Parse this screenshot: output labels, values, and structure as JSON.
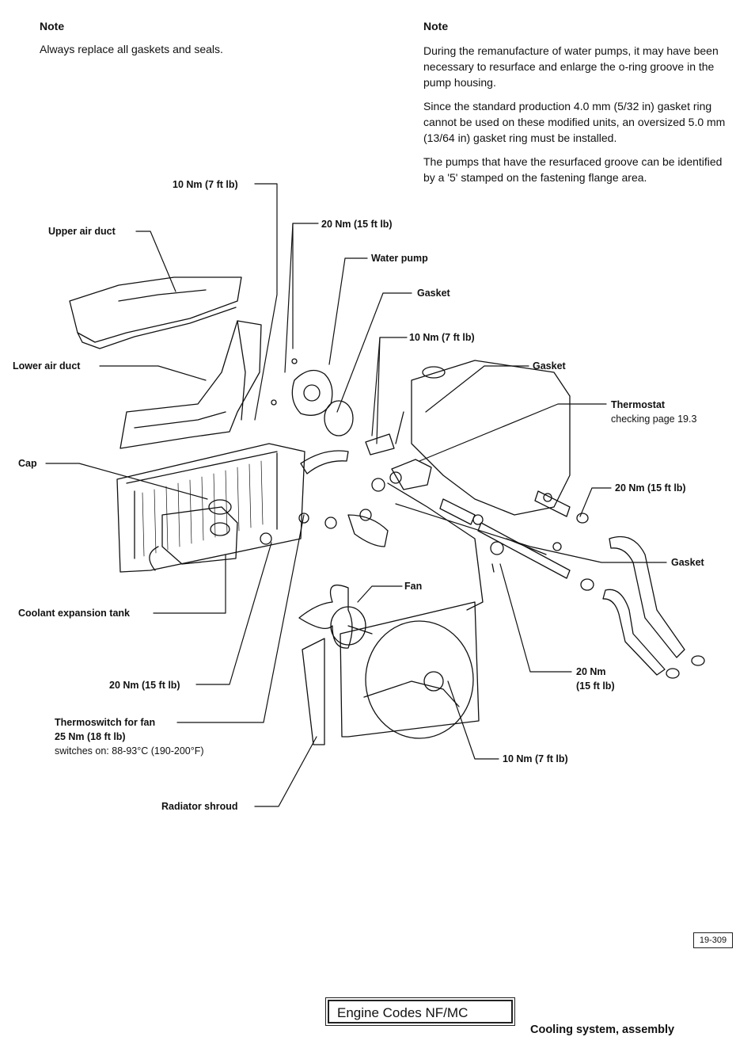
{
  "notes": {
    "left": {
      "title": "Note",
      "text": "Always replace all gaskets and seals."
    },
    "right": {
      "title": "Note",
      "paragraphs": [
        "During the remanufacture of water pumps, it may have been necessary to resurface and enlarge the o-ring groove in the pump housing.",
        "Since the standard production 4.0 mm (5/32 in) gasket ring cannot be used on these modified units, an oversized 5.0 mm (13/64 in) gasket ring must be installed.",
        "The pumps that have the resurfaced groove can be identified by a '5' stamped on the fastening flange area."
      ]
    }
  },
  "labels": {
    "torque_10nm_top": "10 Nm (7 ft lb)",
    "torque_20nm_pump": "20 Nm (15 ft lb)",
    "upper_air_duct": "Upper air duct",
    "water_pump": "Water pump",
    "gasket_pump": "Gasket",
    "torque_10nm_thermo": "10 Nm (7 ft lb)",
    "lower_air_duct": "Lower air duct",
    "gasket_thermo": "Gasket",
    "thermostat": "Thermostat",
    "thermostat_sub": "checking page 19.3",
    "cap": "Cap",
    "torque_20nm_right": "20 Nm (15 ft lb)",
    "gasket_right": "Gasket",
    "fan": "Fan",
    "coolant_expansion_tank": "Coolant expansion tank",
    "torque_20nm_bracket_line1": "20 Nm",
    "torque_20nm_bracket_line2": "(15 ft lb)",
    "torque_20nm_tank": "20 Nm (15 ft lb)",
    "thermoswitch_line1": "Thermoswitch for fan",
    "thermoswitch_line2": "25 Nm (18 ft lb)",
    "thermoswitch_line3": "switches on: 88-93°C (190-200°F)",
    "torque_10nm_shroud": "10 Nm (7 ft lb)",
    "radiator_shroud": "Radiator shroud"
  },
  "figure_number": "19-309",
  "footer": {
    "engine_codes": "Engine Codes NF/MC",
    "section_title": "Cooling system, assembly"
  }
}
